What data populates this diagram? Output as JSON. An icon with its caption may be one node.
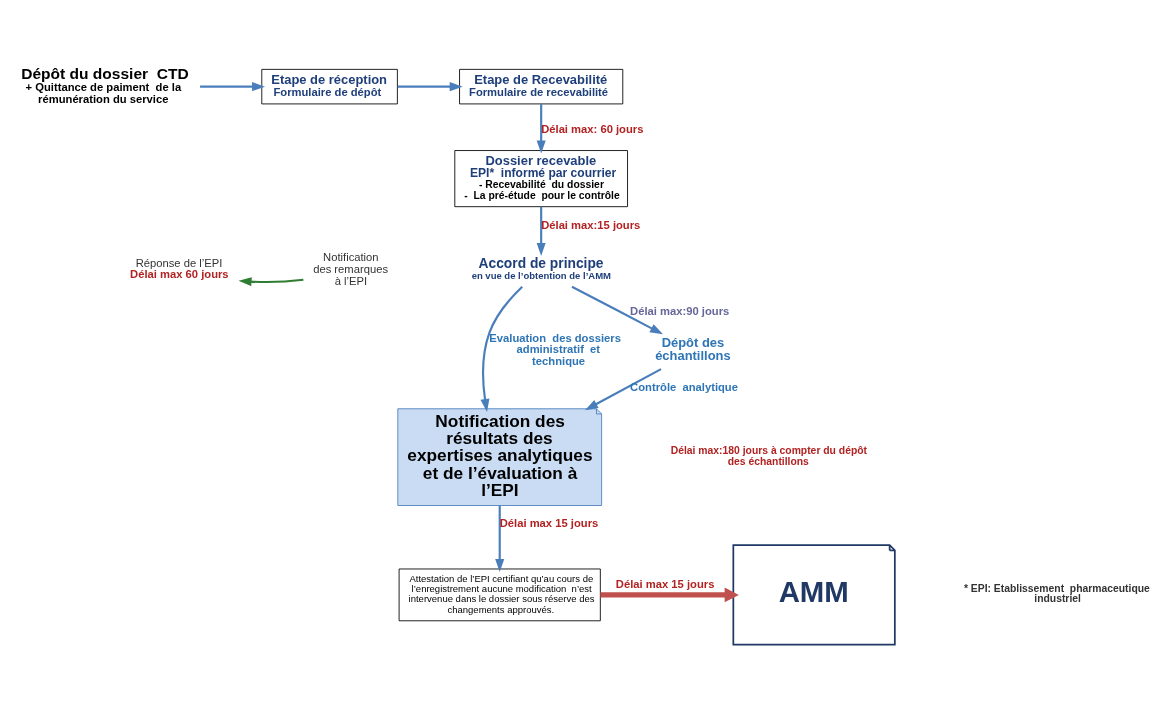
{
  "diagram": {
    "nodes": [
      {
        "text": [
          "Dépôt du dossier  CTD",
          "+ Quittance de paiment  de la rémunération du service"
        ]
      },
      {
        "text": [
          "Etape de réception",
          "Formulaire de dépôt"
        ]
      },
      {
        "text": [
          "Etape de Recevabilité",
          "Formulaire de recevabilité"
        ]
      },
      {
        "text": [
          "Dossier recevable",
          "EPI*  informé par courrier",
          "- Recevabilité  du dossier",
          "-  La pré-étude  pour le contrôle"
        ]
      },
      {
        "text": [
          "Notification des remarques à l’EPI"
        ]
      },
      {
        "text": [
          "Réponse de l’EPI",
          "Délai max 60 jours"
        ]
      },
      {
        "text": [
          "Accord de principe",
          "en vue de l’obtention de l’AMM"
        ]
      },
      {
        "text": [
          "Notification des résultats des expertises analytiques et de l’évaluation à l’EPI"
        ]
      },
      {
        "text": [
          "Dépôt des échantillons"
        ]
      },
      {
        "text": [
          "Attestation de l’EPI certifiant qu’au cours de l’enregistrement aucune modification  n’est intervenue dans le dossier sous réserve des changements approuvés."
        ]
      },
      {
        "text": [
          "AMM"
        ]
      }
    ],
    "edges": [
      {
        "from": 0,
        "to": 1,
        "arrow": "to"
      },
      {
        "from": 1,
        "to": 2,
        "arrow": "to"
      },
      {
        "from": 2,
        "to": 3,
        "arrow": "to",
        "label": "Délai max: 60 jours"
      },
      {
        "from": 3,
        "to": 6,
        "arrow": "to",
        "label": "Délai max:15 jours"
      },
      {
        "from": 4,
        "to": 5,
        "arrow": "to",
        "color": "#2e7d32"
      },
      {
        "from": 6,
        "to": 7,
        "arrow": "to",
        "label": "Evaluation  des dossiers  administratif  et technique"
      },
      {
        "from": 6,
        "to": 8,
        "arrow": "to",
        "label": "Délai max:90 jours"
      },
      {
        "from": 8,
        "to": 7,
        "arrow": "to",
        "label": "Contrôle  analytique"
      },
      {
        "from": 7,
        "to": 9,
        "arrow": "to",
        "label": "Délai max 15 jours"
      },
      {
        "from": 9,
        "to": 10,
        "arrow": "to",
        "label": "Délai max 15 jours",
        "style": "thick",
        "color": "#c0504d"
      }
    ],
    "labels": [
      "Délai max:180 jours à compter du dépôt des échantillons",
      "* EPI: Etablissement  pharmaceutique  industriel"
    ]
  }
}
